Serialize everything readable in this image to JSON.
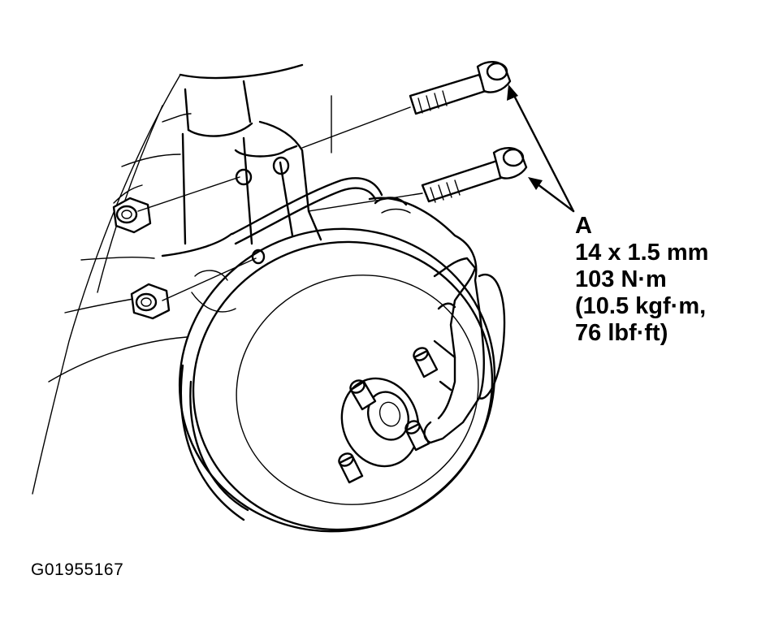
{
  "callout": {
    "letter": "A",
    "size": "14 x 1.5 mm",
    "torque_nm": "103 N·m",
    "torque_kgf": "(10.5 kgf·m,",
    "torque_lbf": "76 lbf·ft)"
  },
  "figure_id": "G01955167",
  "colors": {
    "line": "#000000",
    "background": "#ffffff"
  }
}
